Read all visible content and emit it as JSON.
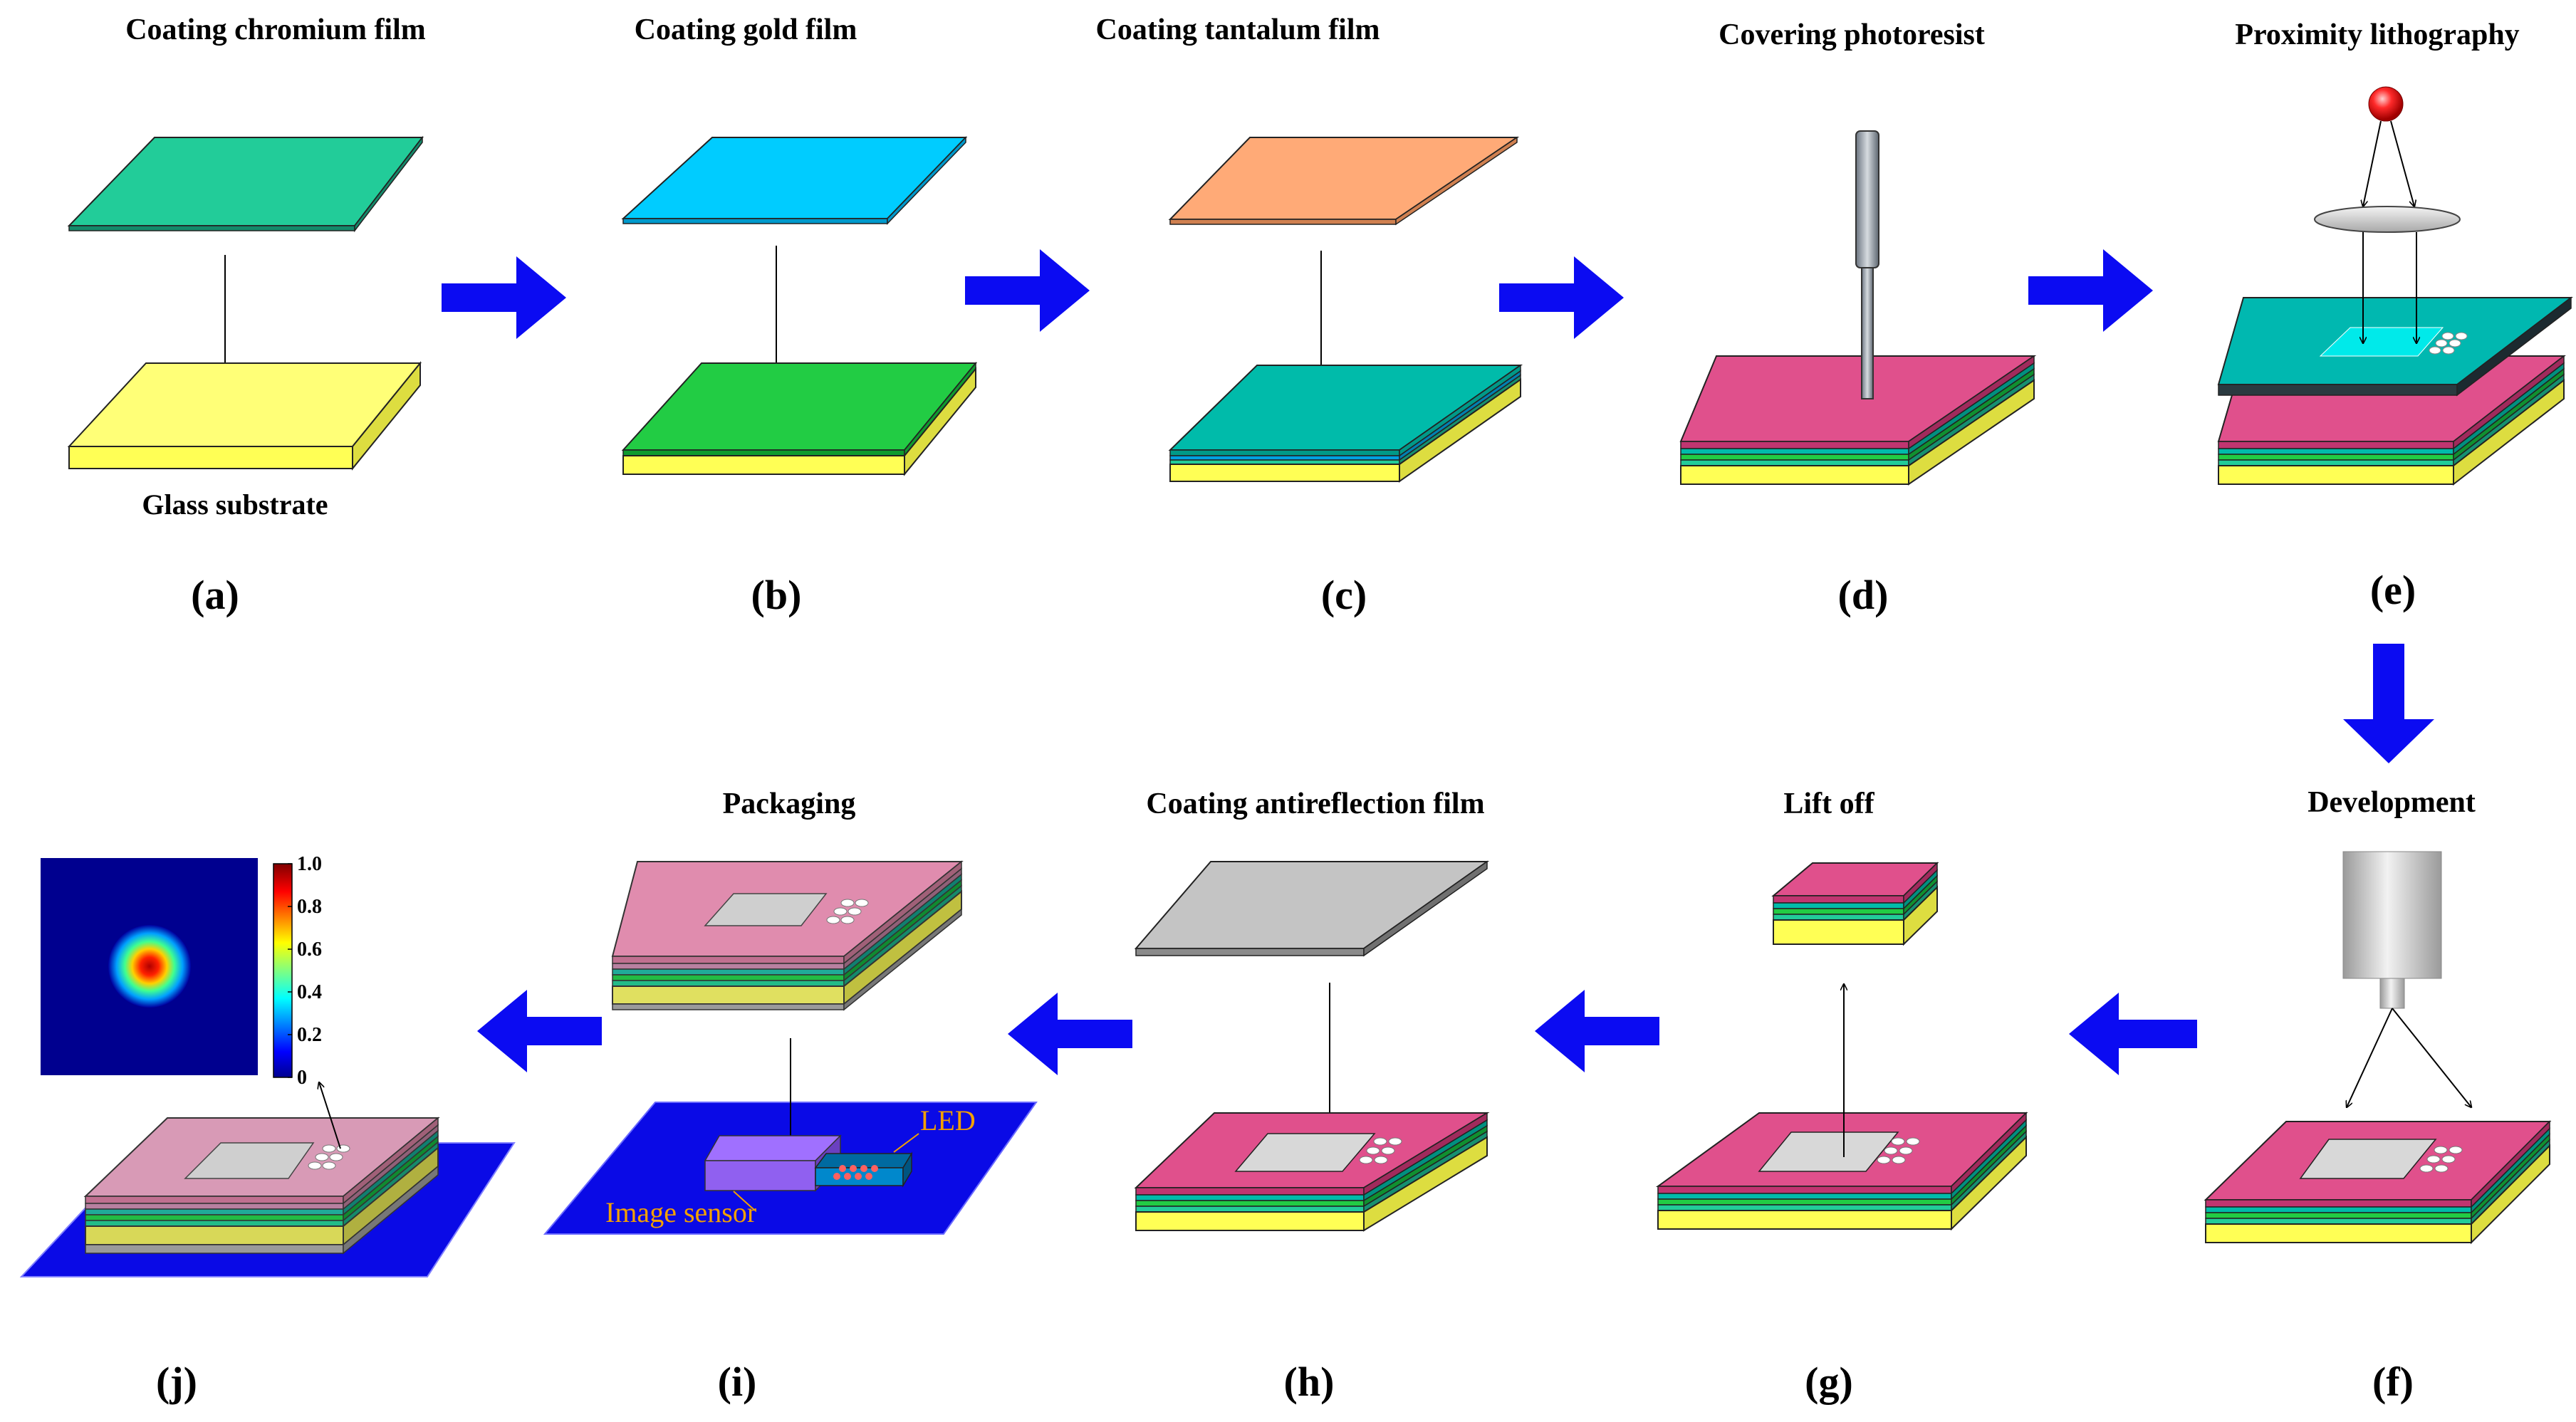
{
  "steps": [
    {
      "id": "a",
      "title": "Coating chromium film",
      "letter": "(a)",
      "note": "Glass substrate"
    },
    {
      "id": "b",
      "title": "Coating gold film",
      "letter": "(b)"
    },
    {
      "id": "c",
      "title": "Coating tantalum film",
      "letter": "(c)"
    },
    {
      "id": "d",
      "title": "Covering photoresist",
      "letter": "(d)"
    },
    {
      "id": "e",
      "title": "Proximity lithography",
      "letter": "(e)"
    },
    {
      "id": "f",
      "title": "Development",
      "letter": "(f)"
    },
    {
      "id": "g",
      "title": "Lift off",
      "letter": "(g)"
    },
    {
      "id": "h",
      "title": "Coating antireflection film",
      "letter": "(h)"
    },
    {
      "id": "i",
      "title": "Packaging",
      "letter": "(i)",
      "labels": {
        "led": "LED",
        "sensor": "Image sensor"
      }
    },
    {
      "id": "j",
      "letter": "(j)"
    }
  ],
  "colorbar": {
    "ticks": [
      "1.0",
      "0.8",
      "0.6",
      "0.4",
      "0.2",
      "0"
    ]
  },
  "colors": {
    "arrow": "#0b0bf2",
    "glass": "#ffff77",
    "chromium": "#22cc99",
    "gold_film": "#00ccff",
    "tantalum": "#ffaa77",
    "photoresist": "#e0508c",
    "board": "#0a0ae6"
  }
}
